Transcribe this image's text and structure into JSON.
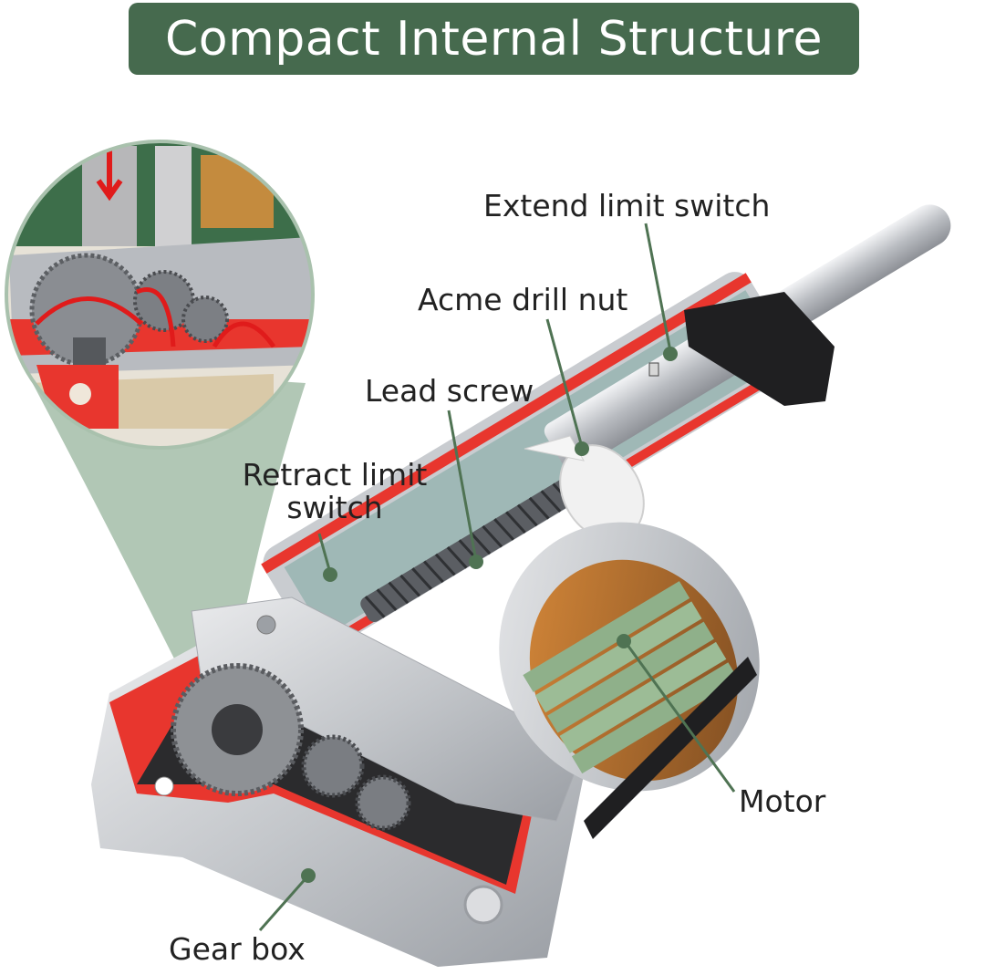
{
  "title": "Compact Internal Structure",
  "colors": {
    "banner": "#466a4e",
    "leader": "#4f7353",
    "callout_fill": "#a9c1ad",
    "housing_red": "#e8362e",
    "aluminum": "#c9ccd0",
    "motor_green": "#8fb08a"
  },
  "labels": {
    "extend_limit_switch": "Extend limit switch",
    "acme_drill_nut": "Acme drill nut",
    "lead_screw": "Lead screw",
    "retract_limit_switch_line1": "Retract limit",
    "retract_limit_switch_line2": "switch",
    "motor": "Motor",
    "gear_box": "Gear box"
  }
}
